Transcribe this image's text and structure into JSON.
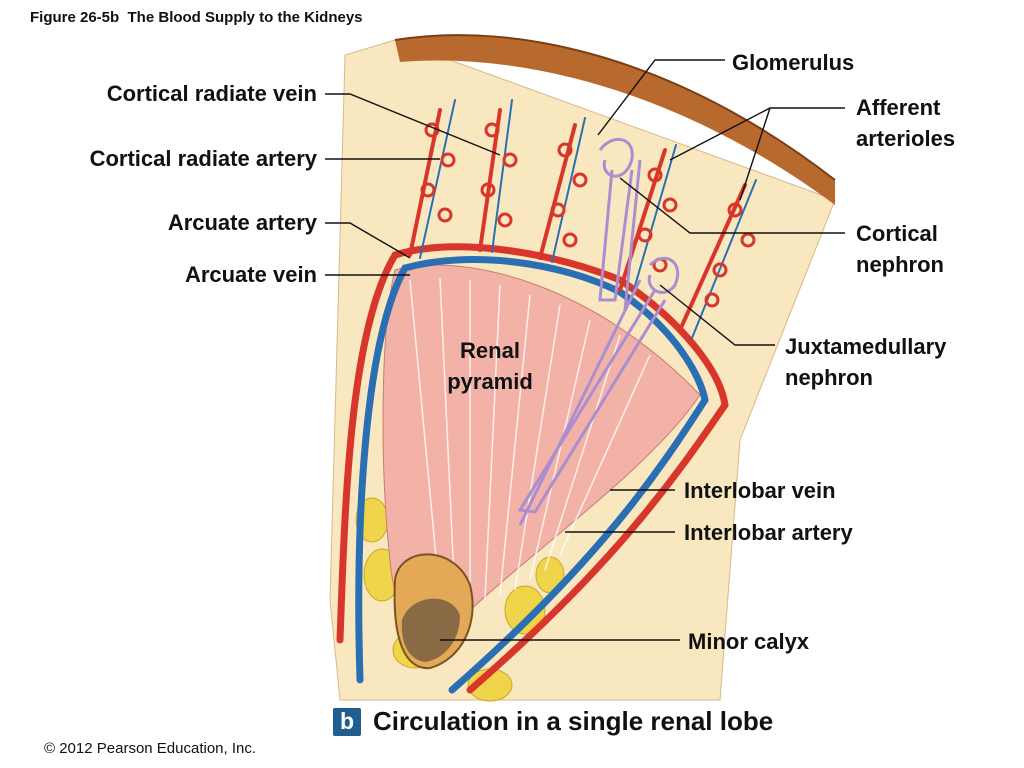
{
  "figure_title": "Figure 26-5b  The Blood Supply to the Kidneys",
  "labels": {
    "cortical_radiate_vein": "Cortical radiate vein",
    "cortical_radiate_artery": "Cortical radiate artery",
    "arcuate_artery": "Arcuate artery",
    "arcuate_vein": "Arcuate vein",
    "glomerulus": "Glomerulus",
    "afferent_arterioles": [
      "Afferent",
      "arterioles"
    ],
    "cortical_nephron": [
      "Cortical",
      "nephron"
    ],
    "juxtamedullary_nephron": [
      "Juxtamedullary",
      "nephron"
    ],
    "renal_pyramid": [
      "Renal",
      "pyramid"
    ],
    "interlobar_vein": "Interlobar vein",
    "interlobar_artery": "Interlobar artery",
    "minor_calyx": "Minor calyx"
  },
  "panel": {
    "badge": "b",
    "caption": "Circulation in a single renal lobe"
  },
  "copyright": "© 2012 Pearson Education, Inc.",
  "colors": {
    "capsule": "#b8692e",
    "cortex": "#f9e7c0",
    "pyramid": "#f3b2a8",
    "artery": "#d9362b",
    "vein": "#2a6fb3",
    "nephron": "#a98fd0",
    "fat": "#f0d44a",
    "calyx": "#e3a957",
    "badge": "#1f5e8f"
  }
}
